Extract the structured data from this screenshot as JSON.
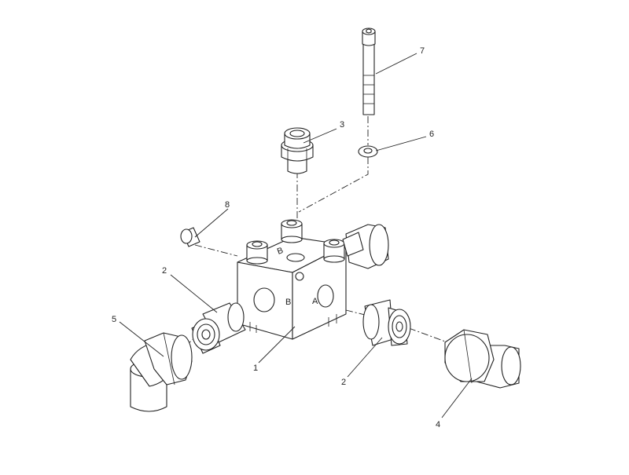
{
  "callouts": [
    {
      "id": "c1",
      "label": "1"
    },
    {
      "id": "c2a",
      "label": "2"
    },
    {
      "id": "c2b",
      "label": "2"
    },
    {
      "id": "c3",
      "label": "3"
    },
    {
      "id": "c4",
      "label": "4"
    },
    {
      "id": "c5",
      "label": "5"
    },
    {
      "id": "c6",
      "label": "6"
    },
    {
      "id": "c7",
      "label": "7"
    },
    {
      "id": "c8",
      "label": "8"
    }
  ],
  "block_marks": [
    "B",
    "B",
    "A"
  ]
}
